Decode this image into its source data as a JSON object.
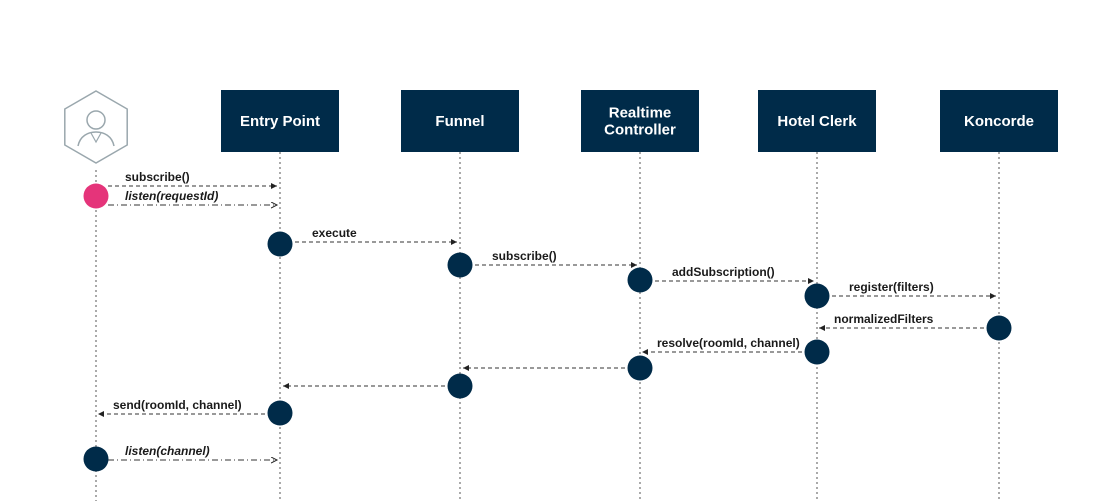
{
  "colors": {
    "participant_box": "#002b49",
    "activation": "#002b49",
    "client_start": "#e5347a",
    "client_icon_stroke": "#9aa7ad",
    "line": "#555555"
  },
  "icons": {
    "client": "user-hexagon-icon"
  },
  "participants": [
    {
      "id": "entry",
      "lines": [
        "Entry Point"
      ]
    },
    {
      "id": "funnel",
      "lines": [
        "Funnel"
      ]
    },
    {
      "id": "realtime",
      "lines": [
        "Realtime",
        "Controller"
      ]
    },
    {
      "id": "hotel",
      "lines": [
        "Hotel Clerk"
      ]
    },
    {
      "id": "koncorde",
      "lines": [
        "Koncorde"
      ]
    }
  ],
  "messages": [
    {
      "label": "subscribe()",
      "from": "client",
      "to": "entry",
      "style": "dashed",
      "italic": false
    },
    {
      "label": "listen(requestId)",
      "from": "client",
      "to": "entry",
      "style": "dashdot",
      "italic": true,
      "head": "open"
    },
    {
      "label": "execute",
      "from": "entry",
      "to": "funnel",
      "style": "dashed",
      "italic": false
    },
    {
      "label": "subscribe()",
      "from": "funnel",
      "to": "realtime",
      "style": "dashed",
      "italic": false
    },
    {
      "label": "addSubscription()",
      "from": "realtime",
      "to": "hotel",
      "style": "dashed",
      "italic": false
    },
    {
      "label": "register(filters)",
      "from": "hotel",
      "to": "koncorde",
      "style": "dashed",
      "italic": false
    },
    {
      "label": "normalizedFilters",
      "from": "koncorde",
      "to": "hotel",
      "style": "dashed",
      "italic": false
    },
    {
      "label": "resolve(roomId, channel)",
      "from": "hotel",
      "to": "realtime",
      "style": "dashed",
      "italic": false
    },
    {
      "label": "",
      "from": "realtime",
      "to": "funnel",
      "style": "dashed",
      "italic": false
    },
    {
      "label": "",
      "from": "funnel",
      "to": "entry",
      "style": "dashed",
      "italic": false
    },
    {
      "label": "send(roomId, channel)",
      "from": "entry",
      "to": "client",
      "style": "dashed",
      "italic": false
    },
    {
      "label": "listen(channel)",
      "from": "client",
      "to": "entry",
      "style": "dashdot",
      "italic": true,
      "head": "open"
    }
  ]
}
